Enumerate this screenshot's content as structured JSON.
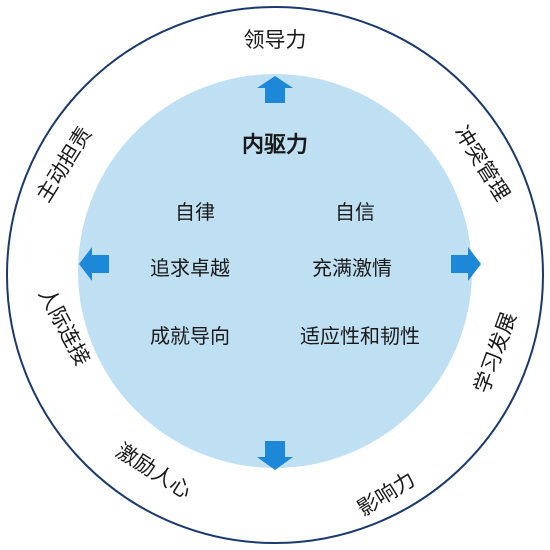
{
  "outer_ring": {
    "top": "领导力",
    "right_upper": "冲突管理",
    "right_lower": "学习发展",
    "bottom_right": "影响力",
    "bottom_left": "激励人心",
    "left_lower": "人际连接",
    "left_upper": "主动担责"
  },
  "inner_circle": {
    "title": "内驱力",
    "left_column": [
      "自律",
      "追求卓越",
      "成就导向"
    ],
    "right_column": [
      "自信",
      "充满激情",
      "适应性和韧性"
    ]
  },
  "colors": {
    "inner_fill": "#bfe0f3",
    "arrow": "#1e88d8",
    "outer_stroke": "#1a3a6e"
  }
}
